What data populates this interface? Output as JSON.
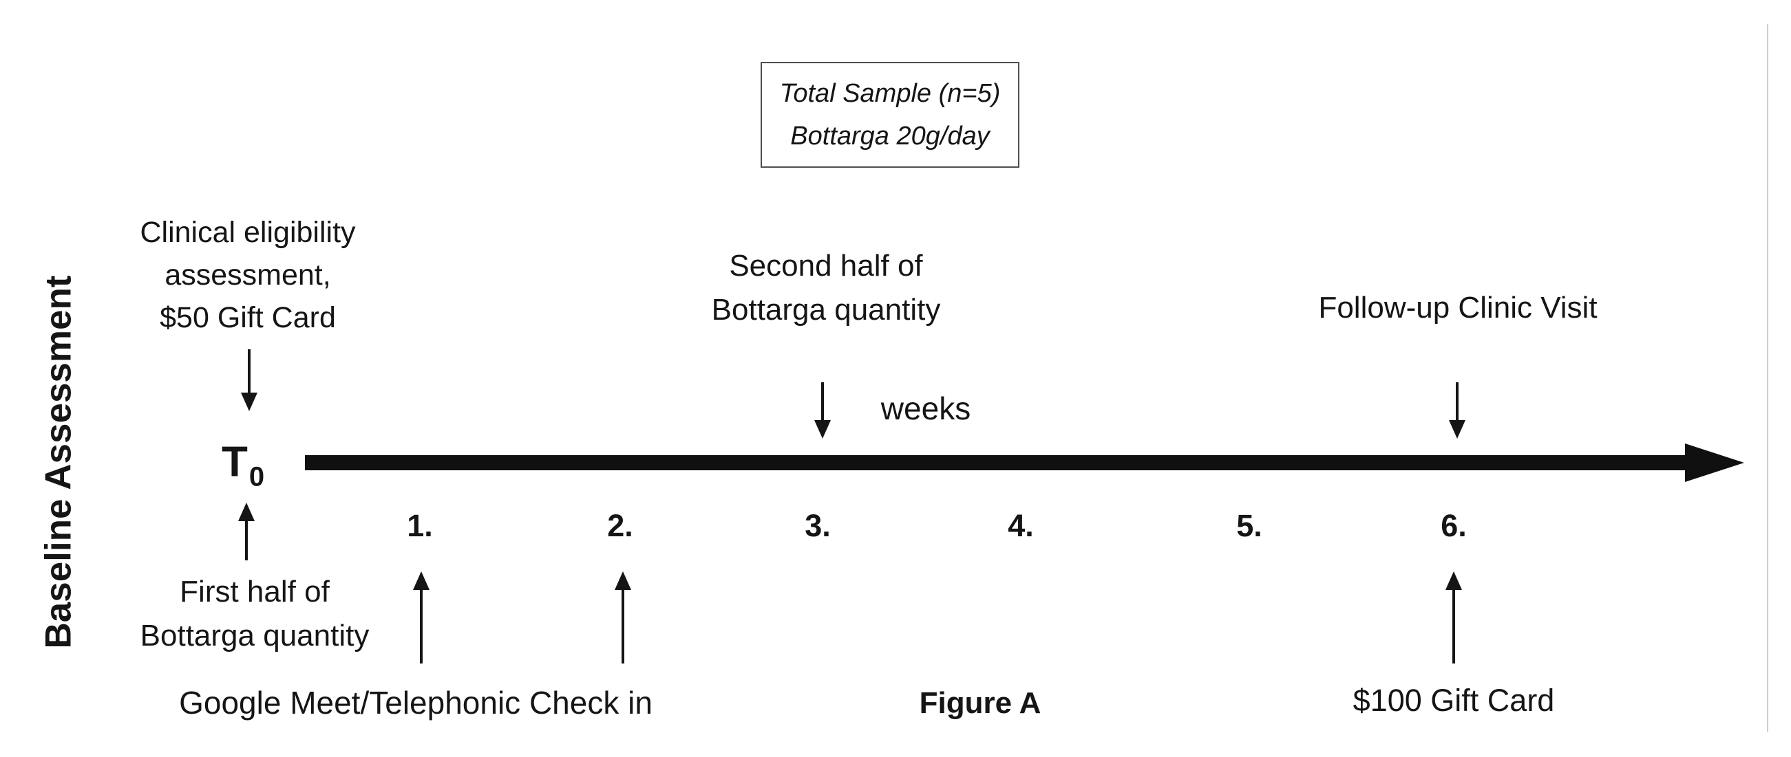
{
  "colors": {
    "ink": "#151515",
    "page_edge": "#cfcfcf"
  },
  "figure": {
    "header_box": {
      "text": "Total Sample (n=5)\nBottarga 20g/day"
    },
    "left_axis_label": "Baseline Assessment",
    "origin": {
      "symbol": "T",
      "subscript": "0"
    },
    "axis_unit": "weeks",
    "week_ticks": [
      "1.",
      "2.",
      "3.",
      "4.",
      "5.",
      "6."
    ],
    "annotations": {
      "clinical_eligibility": "Clinical eligibility\nassessment,\n$50 Gift Card",
      "first_half_bottarga": "First half of\nBottarga quantity",
      "second_half_bottarga": "Second half of\nBottarga quantity",
      "followup_clinic_visit": "Follow-up Clinic Visit",
      "google_meet_checkin": "Google Meet/Telephonic Check in",
      "gift_card_100": "$100 Gift Card"
    },
    "caption": "Figure A"
  }
}
